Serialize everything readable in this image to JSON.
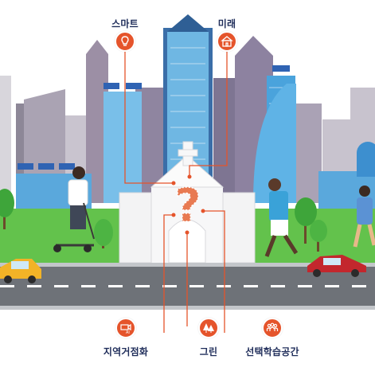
{
  "labels": {
    "smart": "스마트",
    "future": "미래",
    "regional": "지역거점화",
    "green": "그린",
    "elective": "선택학습공간"
  },
  "icons": {
    "smart": "lightbulb-icon",
    "future": "school-building-icon",
    "regional": "ai-camera-icon",
    "green": "trees-icon",
    "elective": "people-group-icon"
  },
  "center_symbol": "?",
  "colors": {
    "accent": "#e5542b",
    "label_text": "#1f2d5a",
    "sky": "#ffffff",
    "grass": "#5fc04a",
    "road": "#6e7278",
    "building_school": "#f4f4f5"
  }
}
